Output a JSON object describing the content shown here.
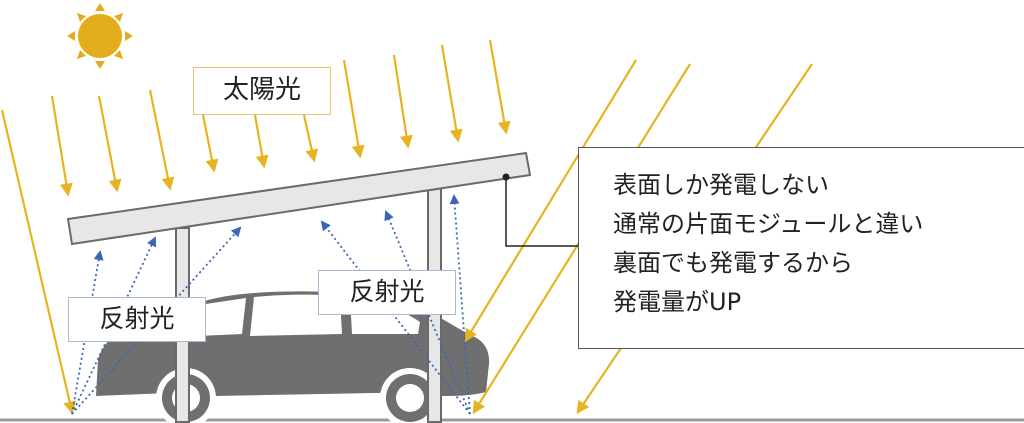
{
  "labels": {
    "sunlight": "太陽光",
    "reflected_left": "反射光",
    "reflected_right": "反射光"
  },
  "note": {
    "lines": [
      "表面しか発電しない",
      "通常の片面モジュールと違い",
      "裏面でも発電するから",
      "発電量がUP"
    ]
  },
  "icons": {
    "sun": "sun-icon",
    "car": "car-icon",
    "panel": "solar-panel-icon"
  },
  "colors": {
    "sun_fill": "#e3ac1d",
    "sun_arrows": "#e7b421",
    "reflected_arrows": "#3a66b7",
    "panel_fill": "#e7e7e7",
    "car_fill": "#6f6f6f",
    "label_sun_border": "#e8c56a",
    "label_reflect_border": "#a9b9d3"
  }
}
